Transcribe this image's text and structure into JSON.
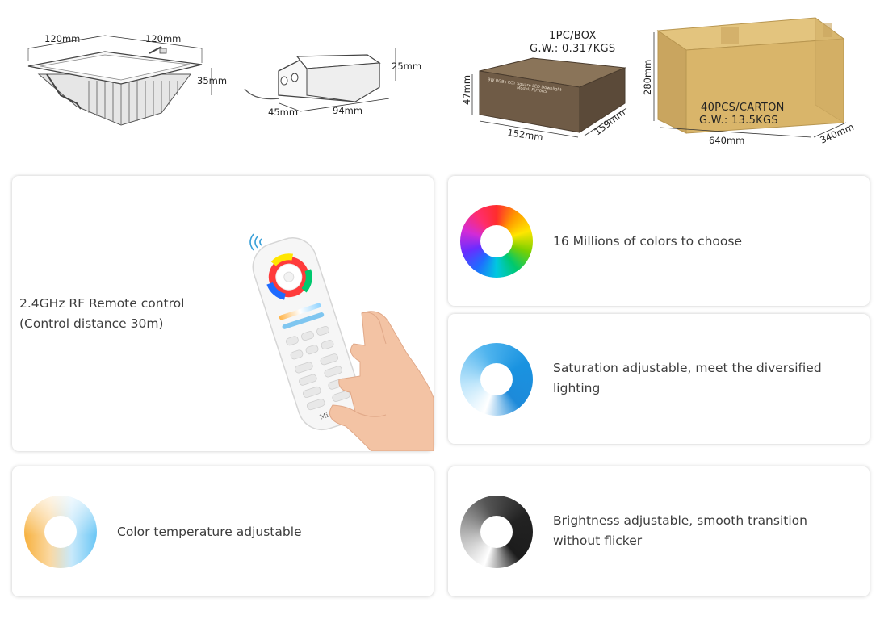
{
  "dimensions": {
    "panel": {
      "width": "120mm",
      "length": "120mm",
      "height": "35mm"
    },
    "driver": {
      "height": "25mm",
      "depth": "45mm",
      "length": "94mm"
    },
    "box": {
      "title_line1": "1PC/BOX",
      "title_line2": "G.W.: 0.317KGS",
      "height": "47mm",
      "length": "152mm",
      "width": "159mm",
      "print_line1": "9W RGB+CCT Square LED Downlight",
      "print_line2": "Model: FUT065"
    },
    "carton": {
      "height": "280mm",
      "label_line1": "40PCS/CARTON",
      "label_line2": "G.W.: 13.5KGS",
      "length": "640mm",
      "width": "340mm"
    }
  },
  "features": {
    "remote": {
      "line1": "2.4GHz RF Remote control",
      "line2": "(Control distance 30m)",
      "brand": "Mi·Light"
    },
    "colors": {
      "line1": "16 Millions of colors to choose"
    },
    "saturation": {
      "line1": "Saturation adjustable, meet the diversified",
      "line2": "lighting"
    },
    "temperature": {
      "line1": "Color temperature adjustable"
    },
    "brightness": {
      "line1": "Brightness adjustable, smooth transition",
      "line2": "without flicker"
    }
  },
  "icons": {
    "colors": "rgb-color-wheel-icon",
    "saturation": "saturation-ring-icon",
    "temperature": "color-temperature-ring-icon",
    "brightness": "brightness-ring-icon",
    "signal": "wireless-signal-icon"
  },
  "colors": {
    "carton": "#d9b56a",
    "box": "#6e5a47",
    "text": "#3d3d3d",
    "card_bg": "#ffffff"
  }
}
